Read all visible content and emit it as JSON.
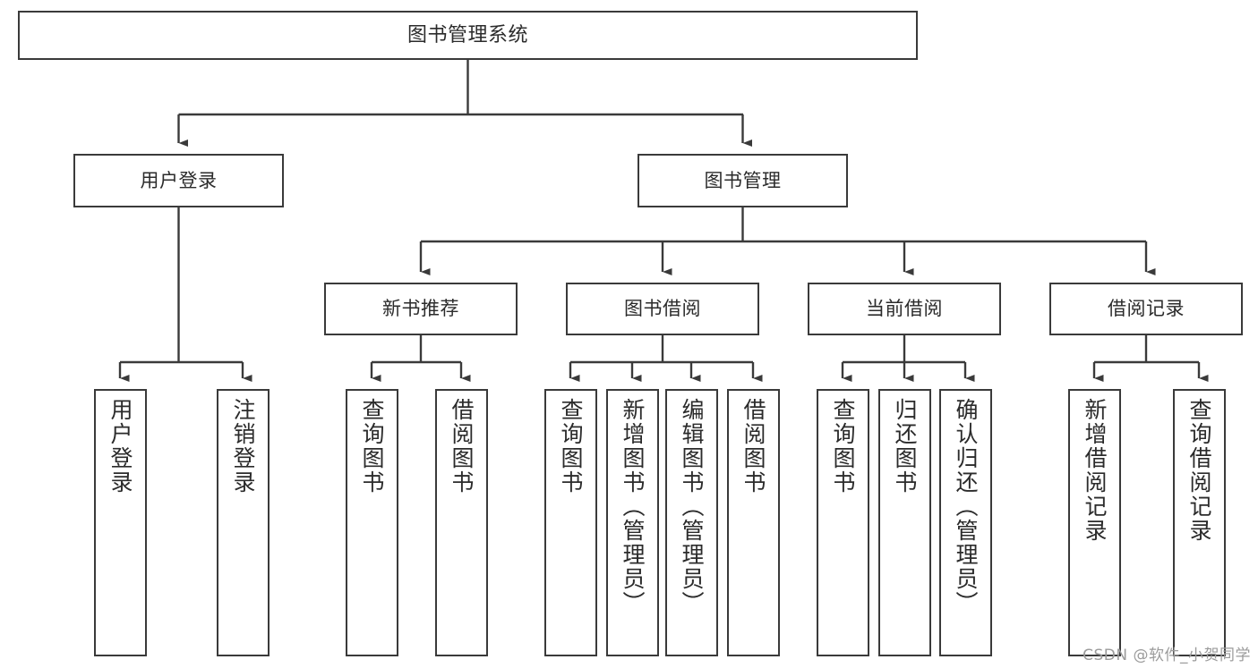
{
  "diagram": {
    "title": "图书管理系统",
    "type": "functional-structure-tree",
    "stroke_color": "#3a3a3a",
    "text_color": "#2b2b2b",
    "background": "#ffffff"
  },
  "root": {
    "id": "root",
    "label": "图书管理系统"
  },
  "level2": [
    {
      "id": "user-login",
      "label": "用户登录"
    },
    {
      "id": "book-management",
      "label": "图书管理"
    }
  ],
  "level3": [
    {
      "id": "new-book-recommend",
      "label": "新书推荐",
      "parent": "book-management"
    },
    {
      "id": "book-borrow",
      "label": "图书借阅",
      "parent": "book-management"
    },
    {
      "id": "current-borrow",
      "label": "当前借阅",
      "parent": "book-management"
    },
    {
      "id": "borrow-record",
      "label": "借阅记录",
      "parent": "book-management"
    }
  ],
  "leaves": {
    "user-login": [
      {
        "id": "leaf-user-login",
        "label": "用户登录"
      },
      {
        "id": "leaf-logout-login",
        "label": "注销登录"
      }
    ],
    "new-book-recommend": [
      {
        "id": "leaf-query-book-1",
        "label": "查询图书"
      },
      {
        "id": "leaf-borrow-book-1",
        "label": "借阅图书"
      }
    ],
    "book-borrow": [
      {
        "id": "leaf-query-book-2",
        "label": "查询图书"
      },
      {
        "id": "leaf-add-book-admin",
        "label": "新增图书（管理员）"
      },
      {
        "id": "leaf-edit-book-admin",
        "label": "编辑图书（管理员）"
      },
      {
        "id": "leaf-borrow-book-2",
        "label": "借阅图书"
      }
    ],
    "current-borrow": [
      {
        "id": "leaf-query-book-3",
        "label": "查询图书"
      },
      {
        "id": "leaf-return-book",
        "label": "归还图书"
      },
      {
        "id": "leaf-confirm-return-admin",
        "label": "确认归还（管理员）"
      }
    ],
    "borrow-record": [
      {
        "id": "leaf-add-borrow-record",
        "label": "新增借阅记录"
      },
      {
        "id": "leaf-query-borrow-record",
        "label": "查询借阅记录"
      }
    ]
  },
  "watermark": {
    "text": "CSDN @软件_小贺同学"
  }
}
